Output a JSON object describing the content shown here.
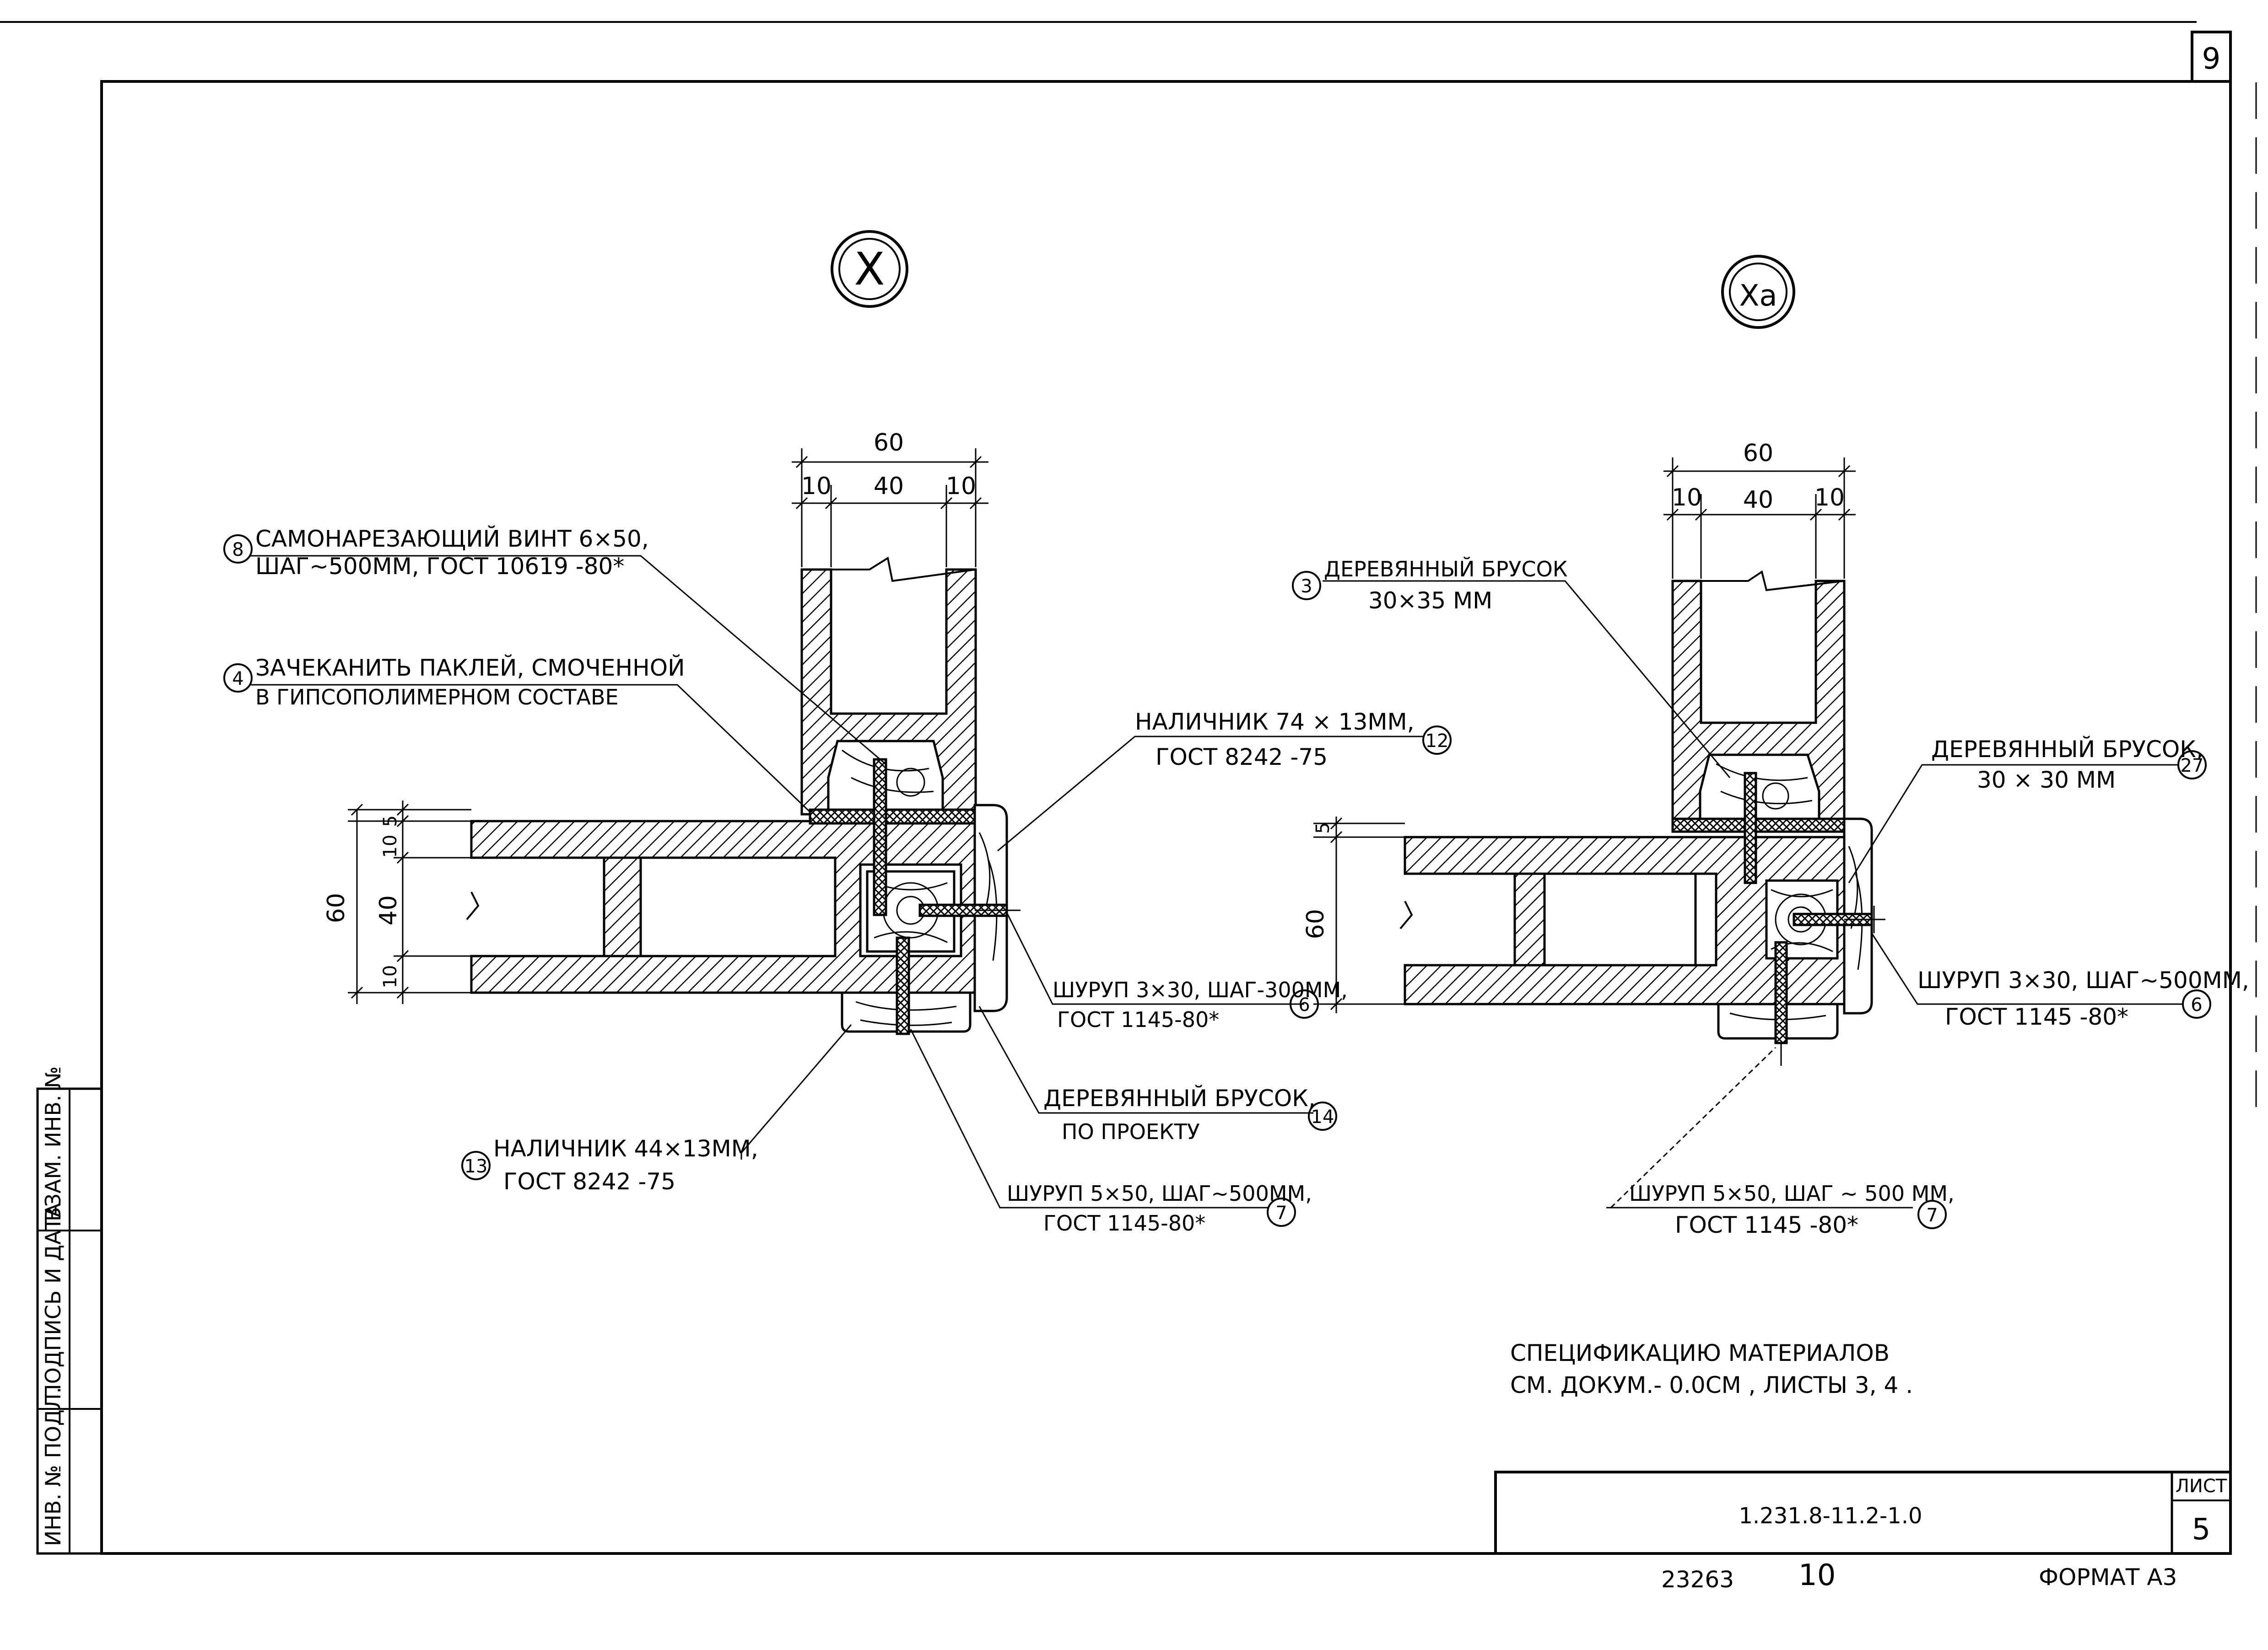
{
  "page_number": "9",
  "details": [
    {
      "mark": "X",
      "callouts": [
        {
          "num": "8",
          "line1": "САМОНАРЕЗАЮЩИЙ ВИНТ 6×50,",
          "line2": "ШАГ~500ММ, ГОСТ 10619 -80*"
        },
        {
          "num": "4",
          "line1": "ЗАЧЕКАНИТЬ ПАКЛЕЙ, СМОЧЕННОЙ",
          "line2": "В ГИПСОПОЛИМЕРНОМ СОСТАВЕ"
        },
        {
          "num": "12",
          "line1": "НАЛИЧНИК 74 × 13ММ,",
          "line2": "ГОСТ 8242 -75"
        },
        {
          "num": "6",
          "line1": "ШУРУП 3×30, ШАГ-300ММ,",
          "line2": "ГОСТ 1145-80*"
        },
        {
          "num": "14",
          "line1": "ДЕРЕВЯННЫЙ БРУСОК,",
          "line2": "ПО ПРОЕКТУ"
        },
        {
          "num": "13",
          "line1": "НАЛИЧНИК 44×13ММ,",
          "line2": "ГОСТ 8242 -75"
        },
        {
          "num": "7",
          "line1": "ШУРУП 5×50, ШАГ~500ММ,",
          "line2": "ГОСТ 1145-80*"
        }
      ],
      "dims": {
        "top_total": "60",
        "top_parts": [
          "10",
          "40",
          "10"
        ],
        "left_total": "60",
        "left_parts": [
          "10",
          "40",
          "10"
        ],
        "left_gap": "5"
      }
    },
    {
      "mark": "Xa",
      "callouts": [
        {
          "num": "3",
          "line1": "ДЕРЕВЯННЫЙ БРУСОК",
          "line2": "30×35 ММ"
        },
        {
          "num": "27",
          "line1": "ДЕРЕВЯННЫЙ БРУСОК,",
          "line2": "30 × 30 ММ"
        },
        {
          "num": "6",
          "line1": "ШУРУП 3×30, ШАГ~500ММ,",
          "line2": "ГОСТ 1145 -80*"
        },
        {
          "num": "7",
          "line1": "ШУРУП 5×50, ШАГ ~ 500 ММ,",
          "line2": "ГОСТ 1145 -80*"
        }
      ],
      "dims": {
        "top_total": "60",
        "top_parts": [
          "10",
          "40",
          "10"
        ],
        "left_total": "60",
        "left_gap": "5"
      }
    }
  ],
  "note": {
    "line1": "СПЕЦИФИКАЦИЮ МАТЕРИАЛОВ",
    "line2": "СМ. ДОКУМ.- 0.0СМ , ЛИСТЫ 3, 4 ."
  },
  "stamp": {
    "doc_code": "1.231.8-11.2-1.0",
    "sheet_label": "ЛИСТ",
    "sheet_number": "5"
  },
  "bottom": {
    "archive_no": "23263",
    "copy_no": "10",
    "format": "ФОРМАТ А3"
  },
  "side_stamp": [
    "ИНВ. № ПОДЛ.",
    "ПОДПИСЬ И ДАТА",
    "ВЗАМ. ИНВ. №"
  ]
}
